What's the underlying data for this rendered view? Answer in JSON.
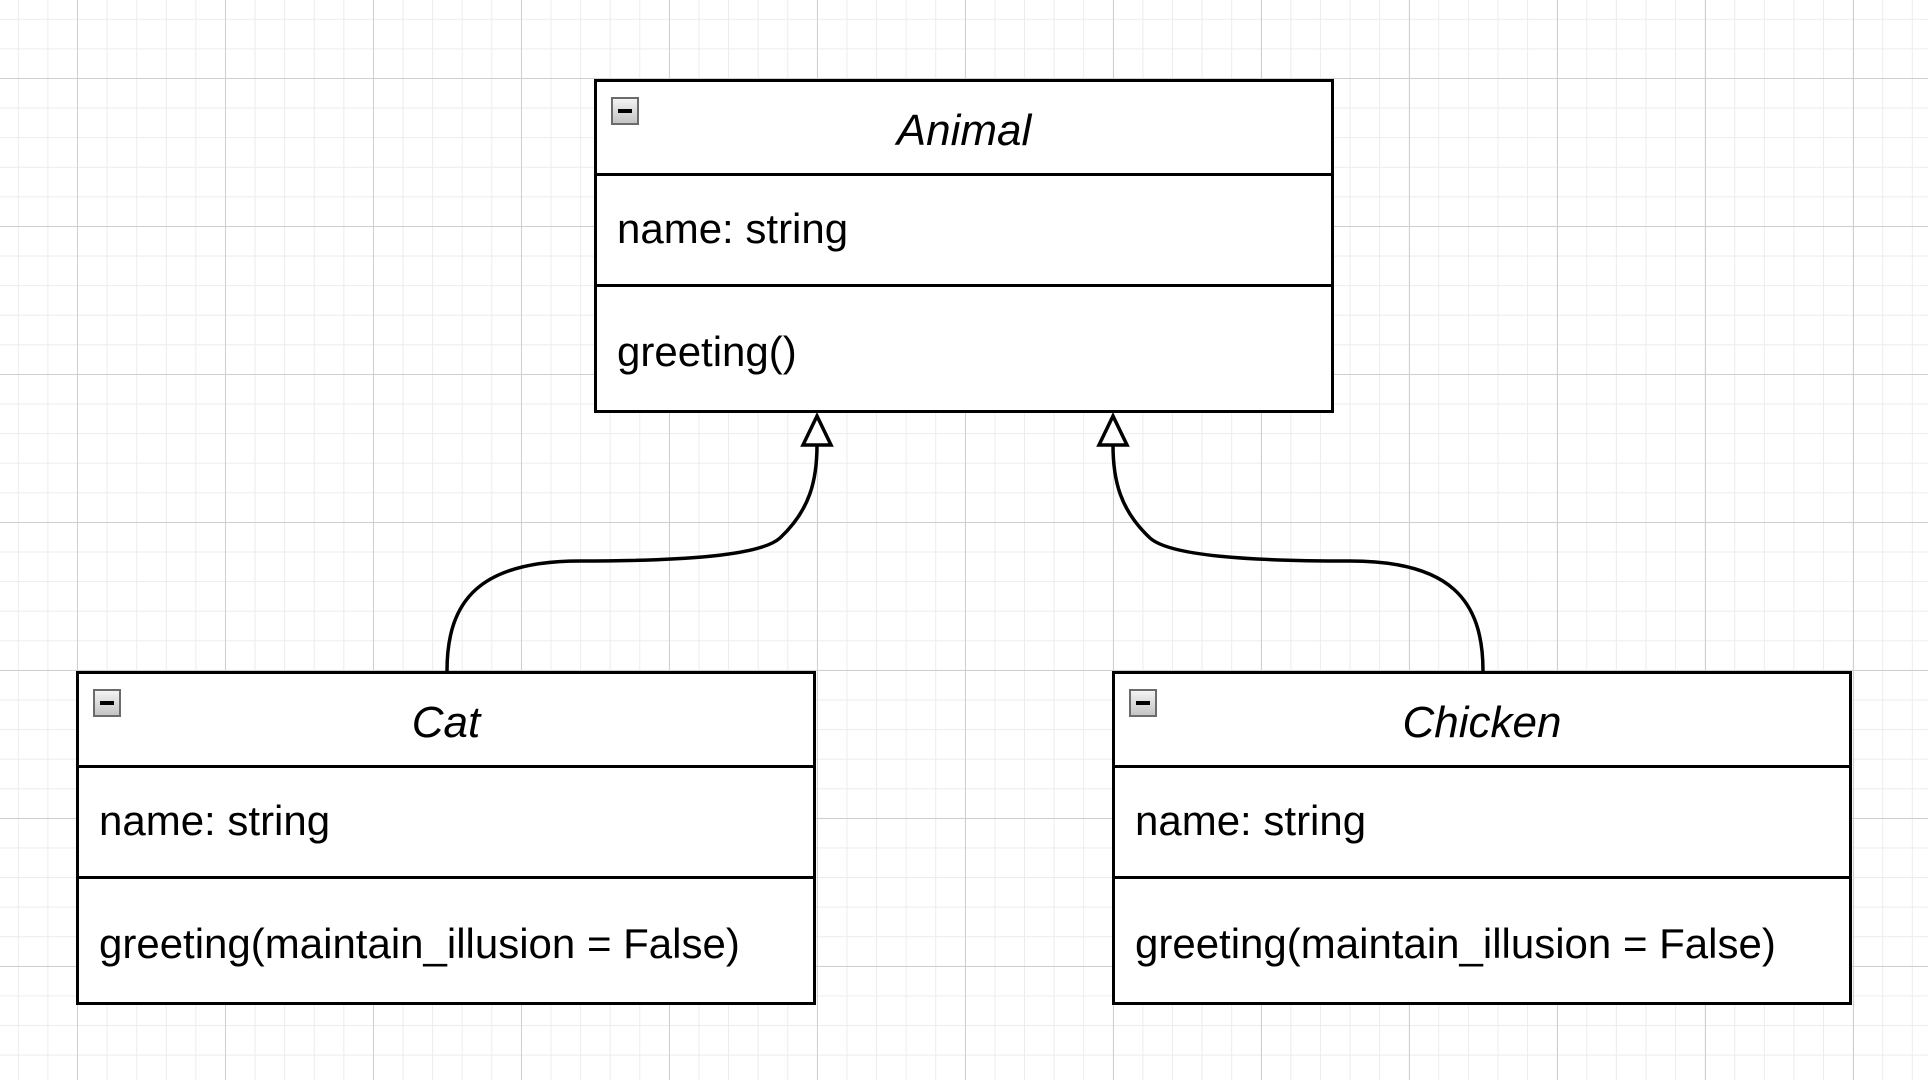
{
  "diagram": {
    "classes": {
      "animal": {
        "name": "Animal",
        "attribute": "name: string",
        "method": "greeting()"
      },
      "cat": {
        "name": "Cat",
        "attribute": "name: string",
        "method": "greeting(maintain_illusion = False)"
      },
      "chicken": {
        "name": "Chicken",
        "attribute": "name: string",
        "method": "greeting(maintain_illusion = False)"
      }
    },
    "relations": [
      {
        "type": "generalization",
        "from": "Cat",
        "to": "Animal"
      },
      {
        "type": "generalization",
        "from": "Chicken",
        "to": "Animal"
      }
    ],
    "icons": [
      "collapse-icon"
    ],
    "colors": {
      "line": "#000000",
      "grid_major": "#cfcfcf",
      "grid_minor": "#ececec",
      "background": "#ffffff"
    }
  }
}
